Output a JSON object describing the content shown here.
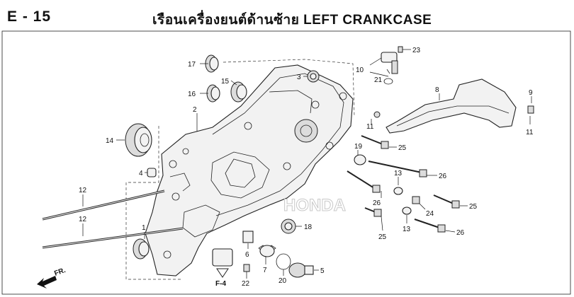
{
  "header": {
    "code": "E - 15",
    "title": "เรือนเครื่องยนต์ด้านซ้าย  LEFT CRANKCASE"
  },
  "callouts": {
    "p1": "1",
    "p2": "2",
    "p3": "3",
    "p4": "4",
    "p5": "5",
    "p6": "6",
    "p7": "7",
    "p8": "8",
    "p9": "9",
    "p10": "10",
    "p11a": "11",
    "p11b": "11",
    "p12a": "12",
    "p12b": "12",
    "p13a": "13",
    "p13b": "13",
    "p14": "14",
    "p15": "15",
    "p16": "16",
    "p17": "17",
    "p18": "18",
    "p19": "19",
    "p20": "20",
    "p21": "21",
    "p22": "22",
    "p23": "23",
    "p24": "24",
    "p25a": "25",
    "p25b": "25",
    "p25c": "25",
    "p26a": "26",
    "p26b": "26",
    "p26c": "26"
  },
  "refs": {
    "f4": "F-4",
    "front": "FR."
  },
  "watermark": "HONDA"
}
